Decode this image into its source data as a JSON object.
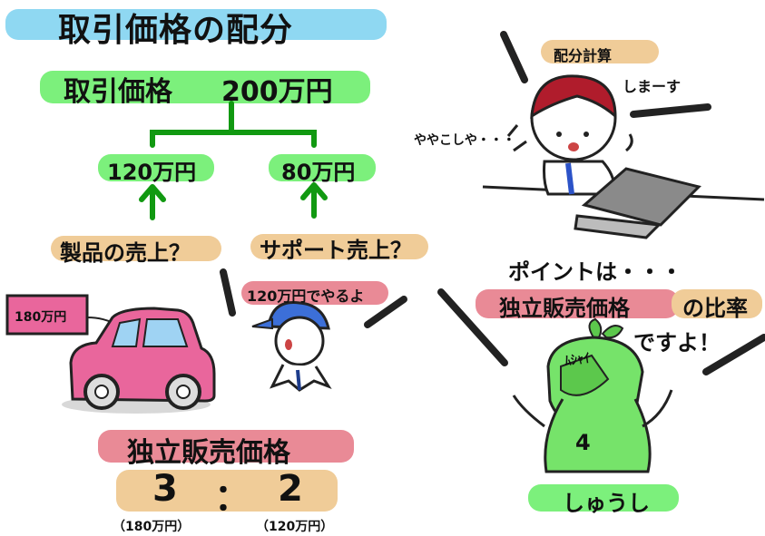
{
  "title": "取引価格の配分",
  "transaction": {
    "label": "取引価格",
    "amount": "200万円"
  },
  "split": {
    "left": "120万円",
    "right": "80万円"
  },
  "questions": {
    "left": "製品の売上？",
    "right": "サポート売上？"
  },
  "car_tag": "180万円",
  "worker_speech": "120万円でやるよ",
  "office": {
    "calc_label": "配分計算",
    "speech_right": "しまーす",
    "speech_left": "ややこしや・・・"
  },
  "point": {
    "line1": "ポイントは・・・",
    "line2a": "独立販売価格",
    "line2b": "の比率",
    "line3": "ですよ！"
  },
  "mascot": {
    "name": "しゅうし",
    "badge": "ﾑｼｬｲ",
    "number": "4"
  },
  "ssp": {
    "label": "独立販売価格",
    "left": "3",
    "colon": "：",
    "right": "2",
    "left_note": "（180万円）",
    "right_note": "（120万円）"
  },
  "colors": {
    "blue_hl": "#8fd8f2",
    "green_hl": "#7cf07c",
    "pink_hl": "#e98a96",
    "orange_hl": "#f0cc98",
    "tree": "#119911",
    "car": "#e9669c",
    "mascot": "#76e36a"
  }
}
